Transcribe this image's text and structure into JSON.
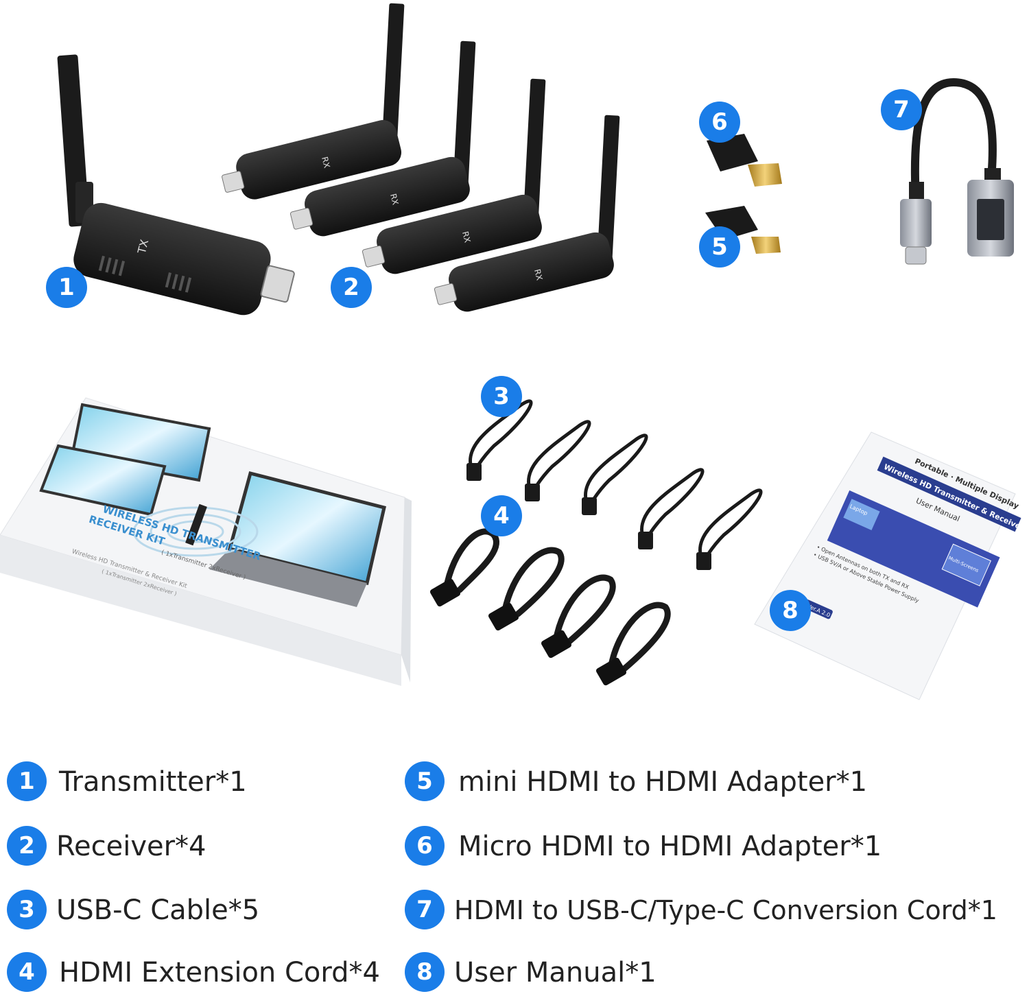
{
  "badges": {
    "transmitter": "1",
    "receiver": "2",
    "usbc_cable": "3",
    "hdmi_extension": "4",
    "mini_hdmi_adapter": "5",
    "micro_hdmi_adapter": "6",
    "conversion_cord": "7",
    "user_manual": "8"
  },
  "device_labels": {
    "tx": "TX",
    "rx": "RX"
  },
  "box": {
    "title_line1": "WIRELESS HD TRANSMITTER",
    "title_line2": "RECEIVER KIT",
    "sub": "( 1xTransmitter  2xReceiver )",
    "side_title": "Wireless HD Transmitter & Receiver Kit",
    "side_sub": "( 1xTransmitter  2xReceiver )"
  },
  "manual": {
    "tagline": "Portable · Multiple Display",
    "title": "Wireless HD Transmitter & Receiver",
    "subtitle": "User Manual",
    "laptop": "Laptop",
    "multi": "Multi-Screens",
    "note1": "• Open Antennas on both TX and RX",
    "note2": "• USB 5V/A or Above Stable Power Supply",
    "version": "EN Ver.A 2.0"
  },
  "legend": [
    {
      "num": "1",
      "text": "Transmitter*1"
    },
    {
      "num": "2",
      "text": "Receiver*4"
    },
    {
      "num": "3",
      "text": "USB-C Cable*5"
    },
    {
      "num": "4",
      "text": "HDMI Extension Cord*4"
    },
    {
      "num": "5",
      "text": "mini HDMI to HDMI Adapter*1"
    },
    {
      "num": "6",
      "text": "Micro HDMI to HDMI Adapter*1"
    },
    {
      "num": "7",
      "text": "HDMI to USB-C/Type-C Conversion Cord*1"
    },
    {
      "num": "8",
      "text": "User Manual*1"
    }
  ],
  "colors": {
    "badge": "#1a7de8",
    "device": "#1c1c1c",
    "text": "#222222"
  }
}
